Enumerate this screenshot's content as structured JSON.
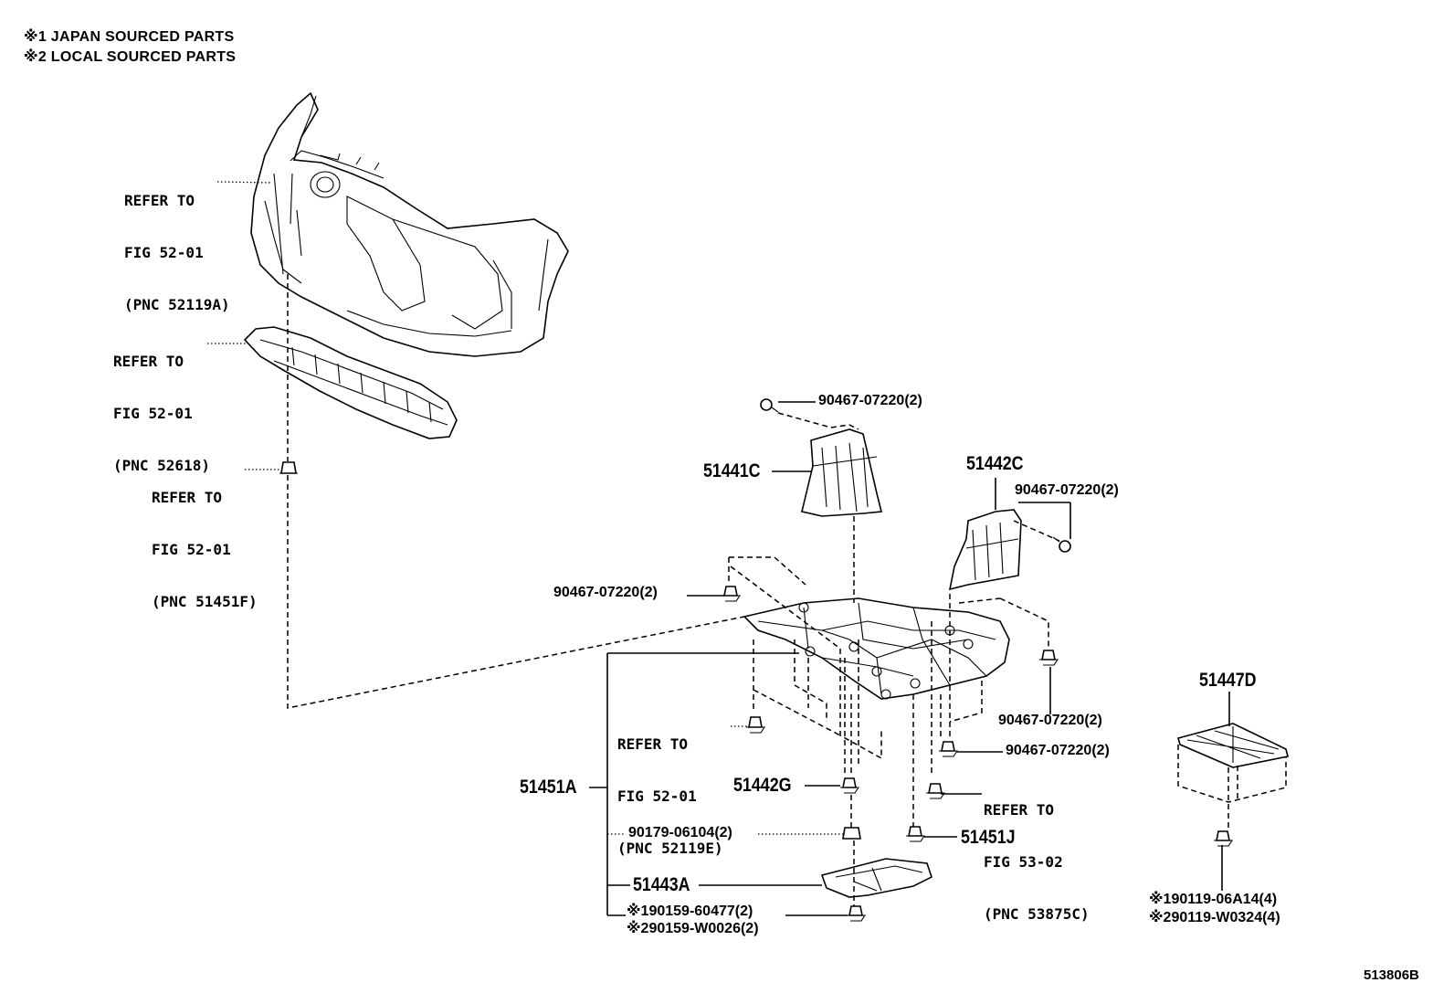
{
  "notes": {
    "line1": "※1 JAPAN SOURCED PARTS",
    "line2": "※2 LOCAL SOURCED PARTS"
  },
  "refs": {
    "r52119a": {
      "line1": "REFER TO",
      "line2": "FIG 52-01",
      "line3": "(PNC 52119A)"
    },
    "r52618": {
      "line1": "REFER TO",
      "line2": "FIG 52-01",
      "line3": "(PNC 52618)"
    },
    "r51451f": {
      "line1": "REFER TO",
      "line2": "FIG 52-01",
      "line3": "(PNC 51451F)"
    },
    "r52119e": {
      "line1": "REFER TO",
      "line2": "FIG 52-01",
      "line3": "(PNC 52119E)"
    },
    "r53875c": {
      "line1": "REFER TO",
      "line2": "FIG 53-02",
      "line3": "(PNC 53875C)"
    }
  },
  "parts": {
    "p51441c": "51441C",
    "p51442c": "51442C",
    "p51447d": "51447D",
    "p51451a": "51451A",
    "p51442g": "51442G",
    "p51451j": "51451J",
    "p51443a": "51443A"
  },
  "fasteners": {
    "f_top": "90467-07220(2)",
    "f_right_top": "90467-07220(2)",
    "f_left": "90467-07220(2)",
    "f_right_mid": "90467-07220(2)",
    "f_right_low": "90467-07220(2)",
    "f_90179": "90179-06104(2)",
    "f_90159_1": "※190159-60477(2)",
    "f_90159_2": "※290159-W0026(2)",
    "f_90119_1": "※190119-06A14(4)",
    "f_90119_2": "※290119-W0324(4)"
  },
  "diagram_id": "513806B"
}
